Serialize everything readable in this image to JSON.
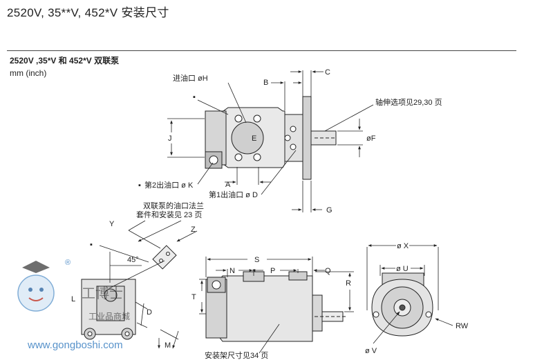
{
  "header": {
    "title": "2520V, 35**V, 452*V 安装尺寸",
    "subtitle": "2520V ,35*V  和  452*V 双联泵",
    "units": "mm (inch)"
  },
  "top_view": {
    "inlet": "进油口 øH",
    "dims": {
      "B": "B",
      "C": "C",
      "J": "J",
      "E": "E",
      "A": "A",
      "F": "øF",
      "G": "G"
    },
    "shaft_note": "轴伸选项见29,30 页",
    "outlet2": "第2出油口 ø K",
    "outlet1": "第1出油口 ø D",
    "bullet": "▪"
  },
  "flange_view": {
    "note_line1": "双联泵的油口法兰",
    "note_line2": "套件和安装见 23 页",
    "dims": {
      "Y": "Y",
      "Z": "Z",
      "angle": "45°",
      "L": "L",
      "D": "D",
      "M": "M"
    },
    "bullet": "▪"
  },
  "side_view": {
    "dims": {
      "S": "S",
      "N": "N",
      "P": "P",
      "Q": "Q",
      "T": "T",
      "R": "R"
    },
    "bracket_note": "安装架尺寸见34 页"
  },
  "end_view": {
    "dims": {
      "X": "ø X",
      "U": "ø U",
      "RW": "RW",
      "V": "ø V"
    }
  },
  "watermark": {
    "url": "www.gongboshi.com",
    "brand": "工博士",
    "registered": "®",
    "sub": "工业品商城"
  }
}
